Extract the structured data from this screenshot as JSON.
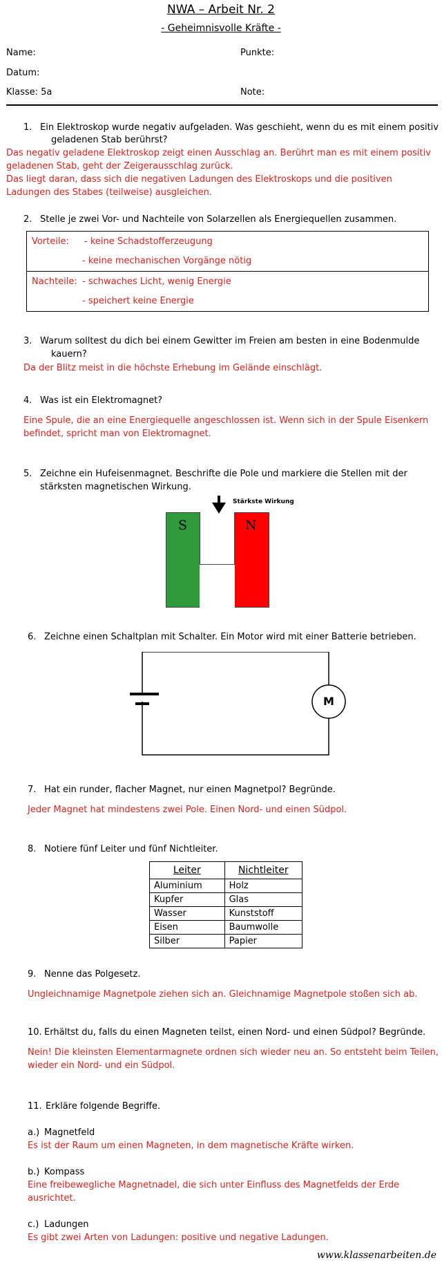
{
  "header": {
    "title": "NWA – Arbeit Nr. 2",
    "subtitle": "- Geheimnisvolle Kräfte -",
    "name_label": "Name:",
    "punkte_label": "Punkte:",
    "datum_label": "Datum:",
    "klasse_label": "Klasse: 5a",
    "note_label": "Note:"
  },
  "q1": {
    "num": "1.",
    "q_line1": "Ein Elektroskop wurde negativ aufgeladen. Was geschieht, wenn du es mit einem positiv",
    "q_line2": "geladenen Stab berührst?",
    "a_line1": "Das negativ geladene Elektroskop zeigt einen Ausschlag an. Berührt man es mit einem positiv",
    "a_line2": "geladenen Stab, geht der Zeigerausschlag zurück.",
    "a_line3": "Das liegt daran, dass sich die negativen Ladungen des Elektroskops und die positiven",
    "a_line4": "Ladungen des Stabes (teilweise) ausgleichen."
  },
  "q2": {
    "num": "2.",
    "q": "Stelle je zwei Vor- und Nachteile von Solarzellen als Energiequellen zusammen.",
    "vorteile_label": "Vorteile:",
    "vorteil1": "- keine Schadstofferzeugung",
    "vorteil2": "- keine mechanischen Vorgänge nötig",
    "nachteile_label": "Nachteile:",
    "nachteil1": "- schwaches Licht, wenig Energie",
    "nachteil2": "- speichert keine Energie"
  },
  "q3": {
    "num": "3.",
    "q_line1": "Warum solltest du dich bei einem Gewitter im Freien am besten in eine Bodenmulde",
    "q_line2": "kauern?",
    "a": "Da der Blitz meist in die höchste Erhebung im Gelände einschlägt."
  },
  "q4": {
    "num": "4.",
    "q": "Was ist ein Elektromagnet?",
    "a_line1": "Eine Spule, die an eine Energiequelle angeschlossen ist. Wenn sich in der Spule Eisenkern",
    "a_line2": "befindet, spricht man von Elektromagnet."
  },
  "q5": {
    "num": "5.",
    "q_line1": "Zeichne ein Hufeisenmagnet. Beschrifte die Pole und markiere die Stellen mit der",
    "q_line2": "stärksten magnetischen Wirkung.",
    "staerkste_label": "Stärkste Wirkung",
    "pole_s": "S",
    "pole_n": "N",
    "color_green": "#2d9b3a",
    "color_red": "#ff0000"
  },
  "q6": {
    "num": "6.",
    "q": "Zeichne einen Schaltplan mit Schalter. Ein Motor wird mit einer Batterie betrieben.",
    "motor_label": "M"
  },
  "q7": {
    "num": "7.",
    "q": "Hat ein runder, flacher Magnet, nur einen Magnetpol? Begründe.",
    "a": "Jeder Magnet hat mindestens zwei Pole. Einen Nord- und einen Südpol."
  },
  "q8": {
    "num": "8.",
    "q": "Notiere fünf Leiter und fünf Nichtleiter.",
    "col_leiter": "Leiter",
    "col_nichtleiter": "Nichtleiter",
    "rows": [
      [
        "Aluminium",
        "Holz"
      ],
      [
        "Kupfer",
        "Glas"
      ],
      [
        "Wasser",
        "Kunststoff"
      ],
      [
        "Eisen",
        "Baumwolle"
      ],
      [
        "Silber",
        "Papier"
      ]
    ]
  },
  "q9": {
    "num": "9.",
    "q": "Nenne das Polgesetz.",
    "a": "Ungleichnamige Magnetpole ziehen sich an. Gleichnamige Magnetpole stoßen sich ab."
  },
  "q10": {
    "num": "10.",
    "q": "Erhältst du, falls du einen Magneten teilst, einen Nord- und einen Südpol? Begründe.",
    "a_line1": "Nein! Die kleinsten Elementarmagnete ordnen sich wieder neu an. So entsteht beim Teilen,",
    "a_line2": "wieder ein Nord- und ein Südpol."
  },
  "q11": {
    "num": "11.",
    "q": "Erkläre folgende Begriffe.",
    "a_label": "a.)",
    "a_term": "Magnetfeld",
    "a_def": "Es ist der Raum um einen Magneten, in dem magnetische Kräfte wirken.",
    "b_label": "b.)",
    "b_term": "Kompass",
    "b_def_line1": "Eine freibewegliche Magnetnadel, die sich unter Einfluss des Magnetfelds der Erde",
    "b_def_line2": "ausrichtet.",
    "c_label": "c.)",
    "c_term": "Ladungen",
    "c_def": "Es gibt zwei Arten von Ladungen: positive und negative Ladungen."
  },
  "footer": {
    "watermark": "www.klassenarbeiten.de"
  }
}
